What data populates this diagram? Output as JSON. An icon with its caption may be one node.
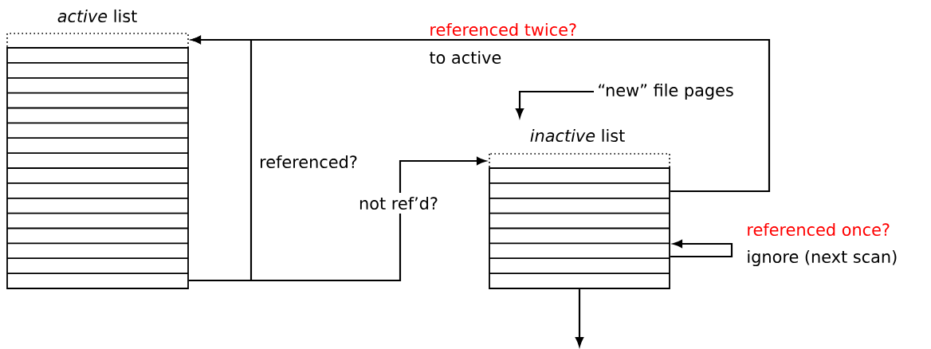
{
  "diagram": {
    "nodes": [
      {
        "text": [
          "*active* list"
        ]
      },
      {
        "text": [
          "*inactive* list"
        ]
      },
      {
        "text": [
          "“new” file pages"
        ]
      }
    ],
    "edges": [
      {
        "from": 0,
        "to": 0,
        "arrow": "to",
        "label": "referenced?"
      },
      {
        "from": 0,
        "to": 1,
        "arrow": "to",
        "label": "not ref’d?"
      },
      {
        "from": 1,
        "to": 0,
        "arrow": "to"
      },
      {
        "from": 2,
        "to": 1,
        "arrow": "to"
      },
      {
        "from": 1,
        "to": 1,
        "arrow": "to"
      },
      {
        "from": 1,
        "to": null,
        "arrow": "to"
      }
    ],
    "labels": [
      "referenced twice?",
      "to active",
      "referenced once?",
      "ignore (next scan)"
    ]
  }
}
